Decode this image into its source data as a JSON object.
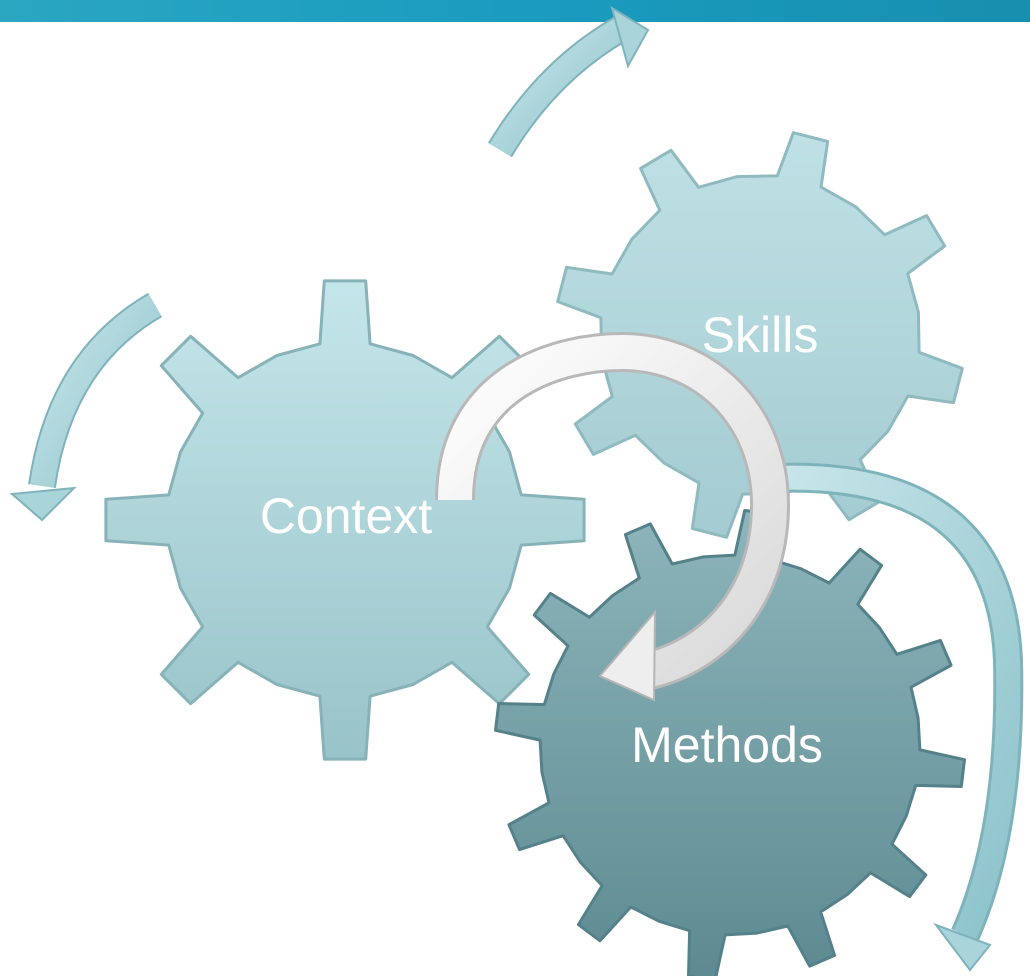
{
  "diagram": {
    "gears": [
      {
        "id": "context",
        "label": "Context"
      },
      {
        "id": "skills",
        "label": "Skills"
      },
      {
        "id": "methods",
        "label": "Methods"
      }
    ]
  },
  "colors": {
    "top_band": "#1f95b2",
    "gear_light": "#b9dde1",
    "gear_mid": "#9fc6cc",
    "gear_dark": "#6f9aa0",
    "arrow_teal": "#a9d4da",
    "arrow_white": "#f2f2f2"
  }
}
